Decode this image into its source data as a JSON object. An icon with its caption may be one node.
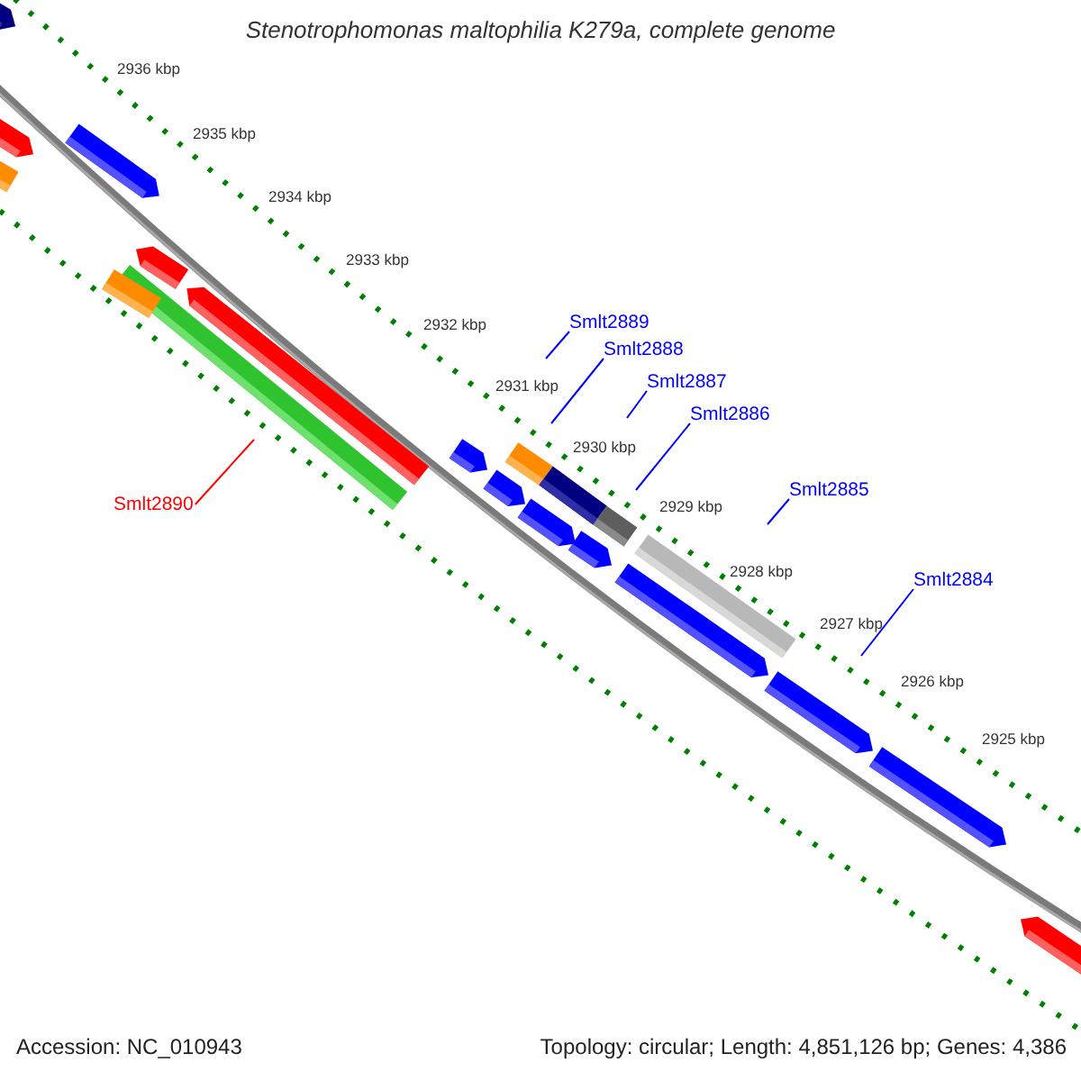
{
  "diagram": {
    "title": "Stenotrophomonas maltophilia K279a, complete genome",
    "nodes": [
      {
        "text": [
          "Smlt2889"
        ]
      },
      {
        "text": [
          "Smlt2888"
        ]
      },
      {
        "text": [
          "Smlt2887"
        ]
      },
      {
        "text": [
          "Smlt2886"
        ]
      },
      {
        "text": [
          "Smlt2885"
        ]
      },
      {
        "text": [
          "Smlt2890"
        ]
      },
      {
        "text": [
          "Smlt2884"
        ]
      }
    ],
    "edges": [
      {
        "from": 0,
        "to": null,
        "arrow": "none"
      },
      {
        "from": 1,
        "to": null,
        "arrow": "none"
      },
      {
        "from": 2,
        "to": null,
        "arrow": "none"
      },
      {
        "from": 3,
        "to": null,
        "arrow": "none"
      },
      {
        "from": 4,
        "to": null,
        "arrow": "none"
      },
      {
        "from": 5,
        "to": null,
        "arrow": "none",
        "color": "#ff0000"
      },
      {
        "from": 6,
        "to": null,
        "arrow": "none"
      }
    ],
    "labels": [
      "2936 kbp",
      "2935 kbp",
      "2934 kbp",
      "2933 kbp",
      "2932 kbp",
      "2931 kbp",
      "2930 kbp",
      "2929 kbp",
      "2928 kbp",
      "2927 kbp",
      "2926 kbp",
      "2925 kbp",
      "Accession: NC_010943",
      "Topology: circular; Length: 4,851,126 bp; Genes: 4,386"
    ]
  }
}
